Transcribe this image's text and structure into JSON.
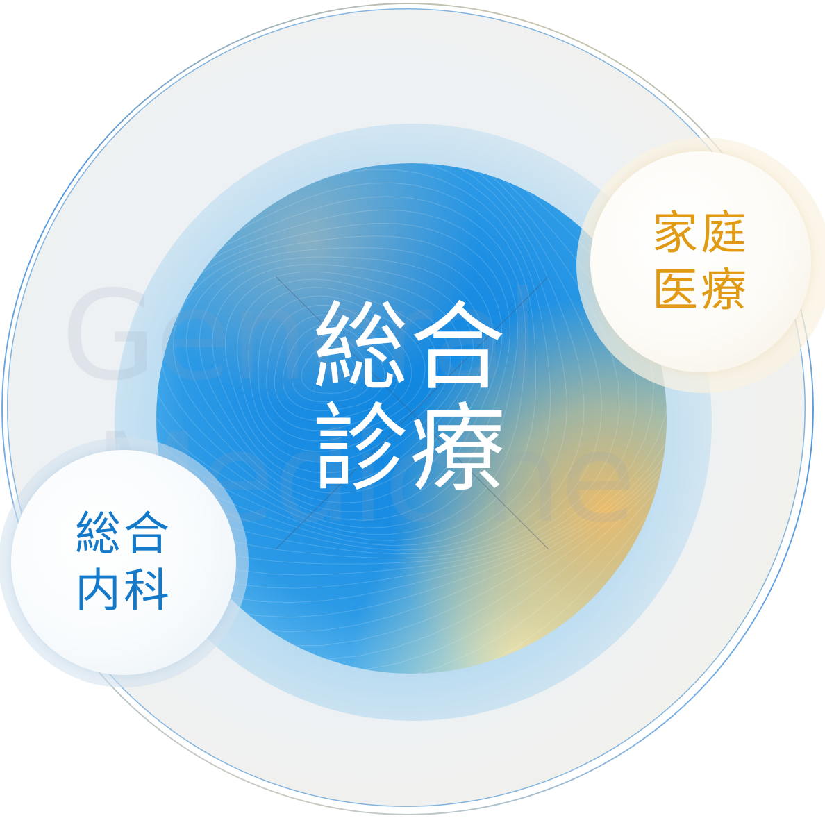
{
  "diagram": {
    "center": {
      "line1": "総合",
      "line2": "診療"
    },
    "watermark": {
      "line1": "General",
      "line2": "Medicine"
    },
    "satellites": [
      {
        "id": "family-medicine",
        "line1": "家庭",
        "line2": "医療",
        "color": "#e09a14"
      },
      {
        "id": "general-internal-medicine",
        "line1": "総合",
        "line2": "内科",
        "color": "#1479c8"
      }
    ],
    "colors": {
      "core_blue": "#1187e0",
      "accent_orange": "#f5be64",
      "outer_ring": "#eef1f3"
    }
  }
}
